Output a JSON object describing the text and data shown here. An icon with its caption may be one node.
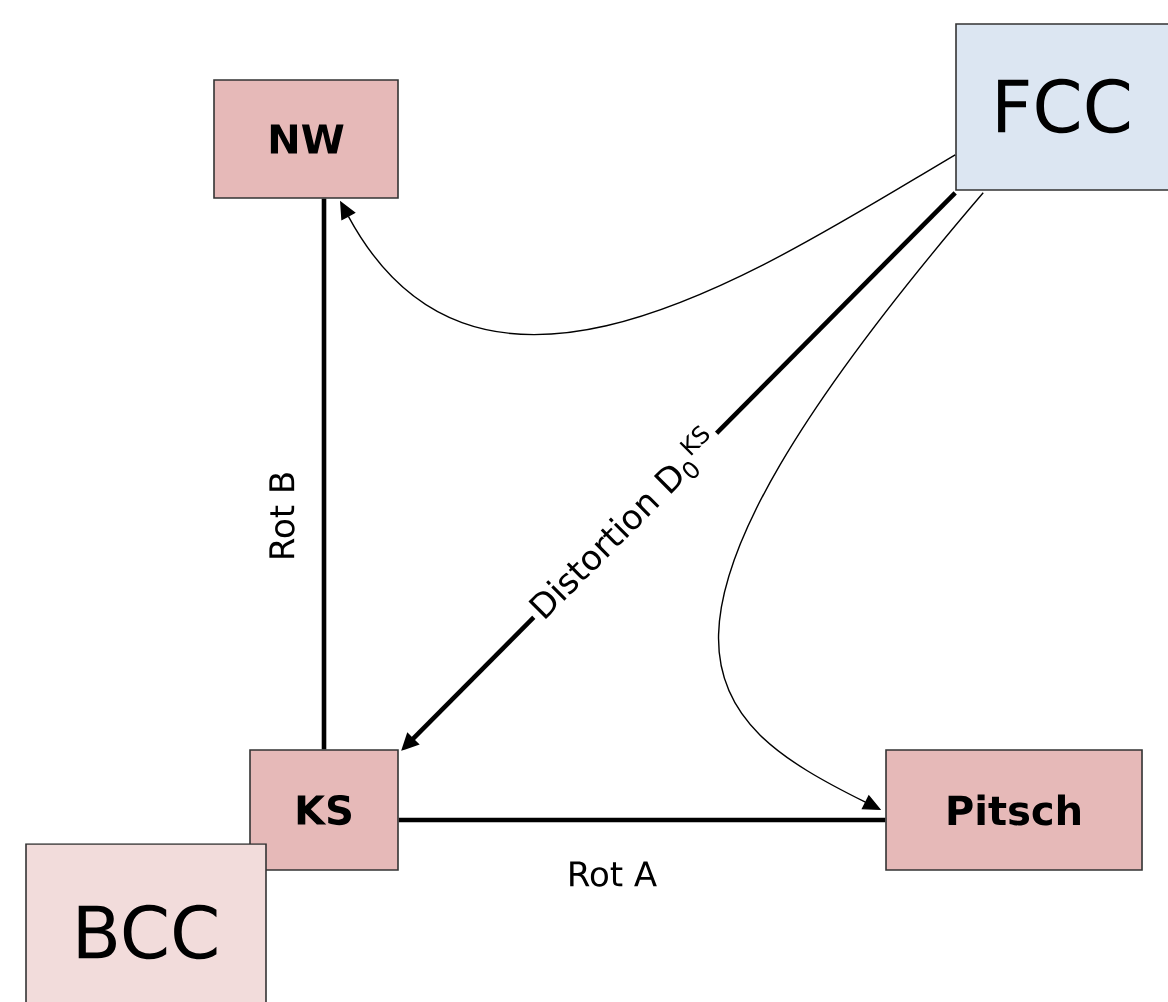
{
  "diagram": {
    "nodes": [
      {
        "text": [
          "FCC"
        ]
      },
      {
        "text": [
          "NW"
        ]
      },
      {
        "text": [
          "KS"
        ]
      },
      {
        "text": [
          "Pitsch"
        ]
      },
      {
        "text": [
          "BCC"
        ]
      }
    ],
    "edges": [
      {
        "from": 0,
        "to": 1,
        "arrow": "to"
      },
      {
        "from": 0,
        "to": 2,
        "arrow": "to",
        "label": "Distortion D$_{0}$$^{KS}$"
      },
      {
        "from": 0,
        "to": 3,
        "arrow": "to"
      },
      {
        "from": 2,
        "to": 1,
        "arrow": "none",
        "label": "Rot B"
      },
      {
        "from": 2,
        "to": 3,
        "arrow": "none",
        "label": "Rot A"
      }
    ]
  }
}
